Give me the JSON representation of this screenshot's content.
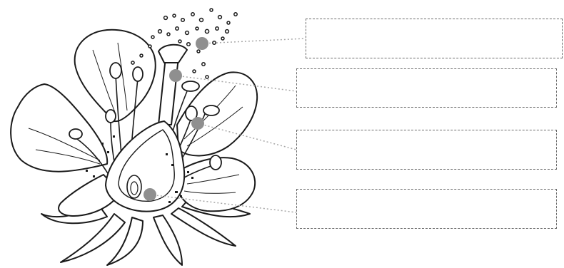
{
  "diagram": {
    "subject": "flower",
    "labels": [
      {
        "id": "pollen",
        "text": ""
      },
      {
        "id": "stigma",
        "text": ""
      },
      {
        "id": "anther",
        "text": ""
      },
      {
        "id": "ovule",
        "text": ""
      }
    ],
    "colors": {
      "outline": "#1a1a1a",
      "marker": "#8f8f8f",
      "leader": "#a8a8a8",
      "box_border": "#6b6b6b"
    }
  }
}
